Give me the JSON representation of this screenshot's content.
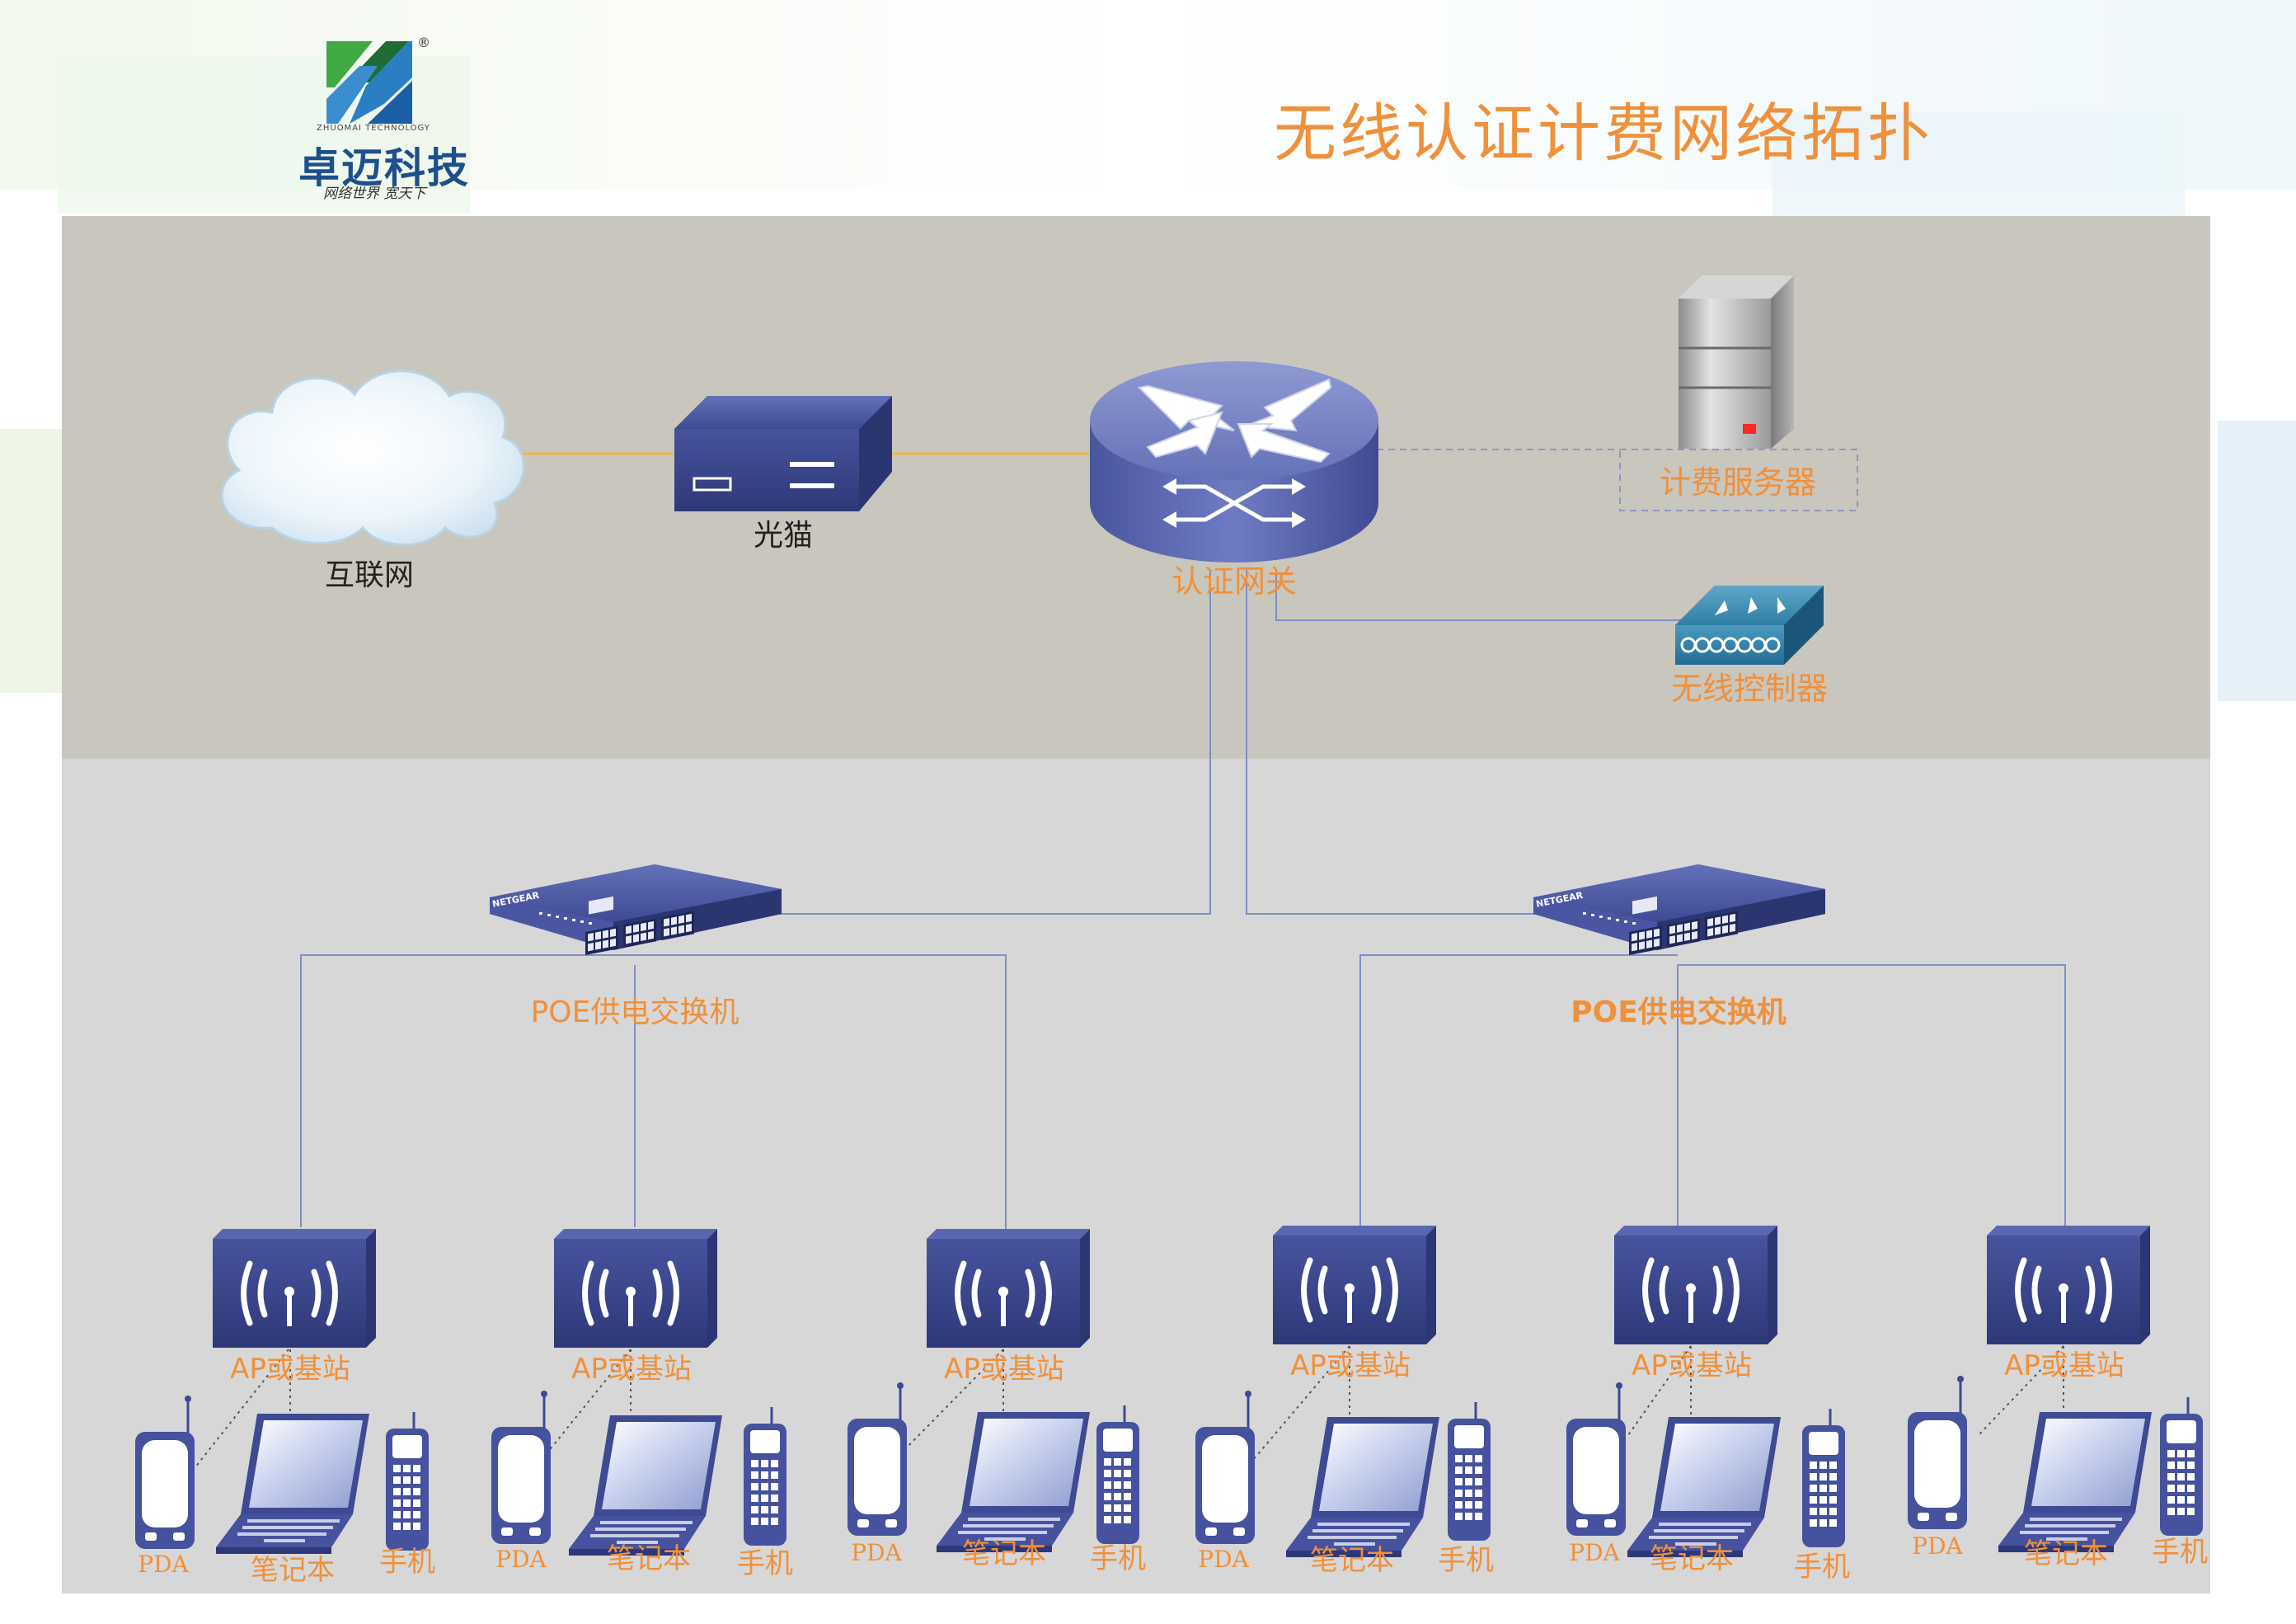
{
  "header": {
    "title": "无线认证计费网络拓扑",
    "logo_name": "卓迈科技",
    "logo_sub": "ZHUOMAI TECHNOLOGY",
    "logo_slogan": "网络世界 宽天下",
    "logo_reg": "®"
  },
  "core": {
    "internet_label": "互联网",
    "modem_label": "光猫",
    "gateway_label": "认证网关",
    "server_label": "计费服务器",
    "controller_label": "无线控制器"
  },
  "switches": [
    {
      "label": "POE供电交换机",
      "brand": "NETGEAR"
    },
    {
      "label": "POE供电交换机",
      "brand": "NETGEAR"
    }
  ],
  "aps": [
    {
      "label": "AP或基站",
      "pda": "PDA",
      "laptop": "笔记本",
      "phone": "手机"
    },
    {
      "label": "AP或基站",
      "pda": "PDA",
      "laptop": "笔记本",
      "phone": "手机"
    },
    {
      "label": "AP或基站",
      "pda": "PDA",
      "laptop": "笔记本",
      "phone": "手机"
    },
    {
      "label": "AP或基站",
      "pda": "PDA",
      "laptop": "笔记本",
      "phone": "手机"
    },
    {
      "label": "AP或基站",
      "pda": "PDA",
      "laptop": "笔记本",
      "phone": "手机"
    },
    {
      "label": "AP或基站",
      "pda": "PDA",
      "laptop": "笔记本",
      "phone": "手机"
    }
  ],
  "colors": {
    "label_orange": "#f0903a",
    "device_blue": "#3f4b95",
    "upper_zone": "#c9c6bd",
    "lower_zone": "#d6d6d6",
    "link_line": "#7e8fc4",
    "wan_line": "#f2b64a"
  }
}
